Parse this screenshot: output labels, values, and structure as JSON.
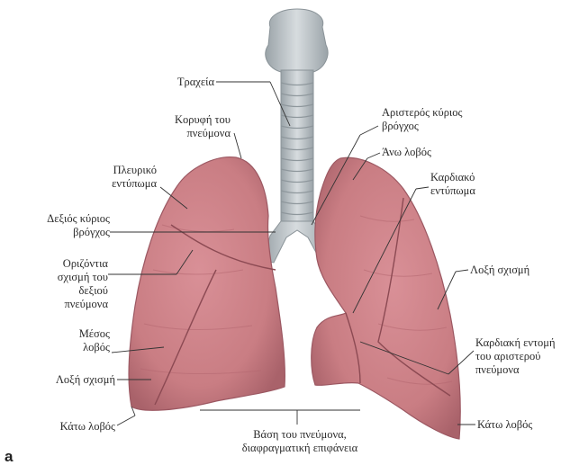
{
  "labels": {
    "trachea": "Τραχεία",
    "apex": "Κορυφή του πνεύμονα",
    "pleural": "Πλευρικό εντύπωμα",
    "right_bronchus": "Δεξιός κύριος βρόγχος",
    "horizontal_fissure": "Οριζόντια σχισμή του δεξιού πνεύμονα",
    "middle_lobe": "Μέσος λοβός",
    "oblique_left": "Λοξή σχισμή",
    "lower_left": "Κάτω λοβός",
    "left_bronchus": "Αριστερός κύριος βρόγχος",
    "upper_lobe": "Άνω λοβός",
    "cardiac_impression": "Καρδιακό εντύπωμα",
    "oblique_right": "Λοξή σχισμή",
    "cardiac_notch": "Καρδιακή εντομή του αριστερού πνεύμονα",
    "lower_right": "Κάτω λοβός",
    "base": "Βάση του πνεύμονα, διαφραγματική επιφάνεια",
    "panel": "a"
  },
  "colors": {
    "lung": "#c97d83",
    "lung_dark": "#a55a63",
    "trachea": "#b8c0c4",
    "leader": "#333333"
  }
}
